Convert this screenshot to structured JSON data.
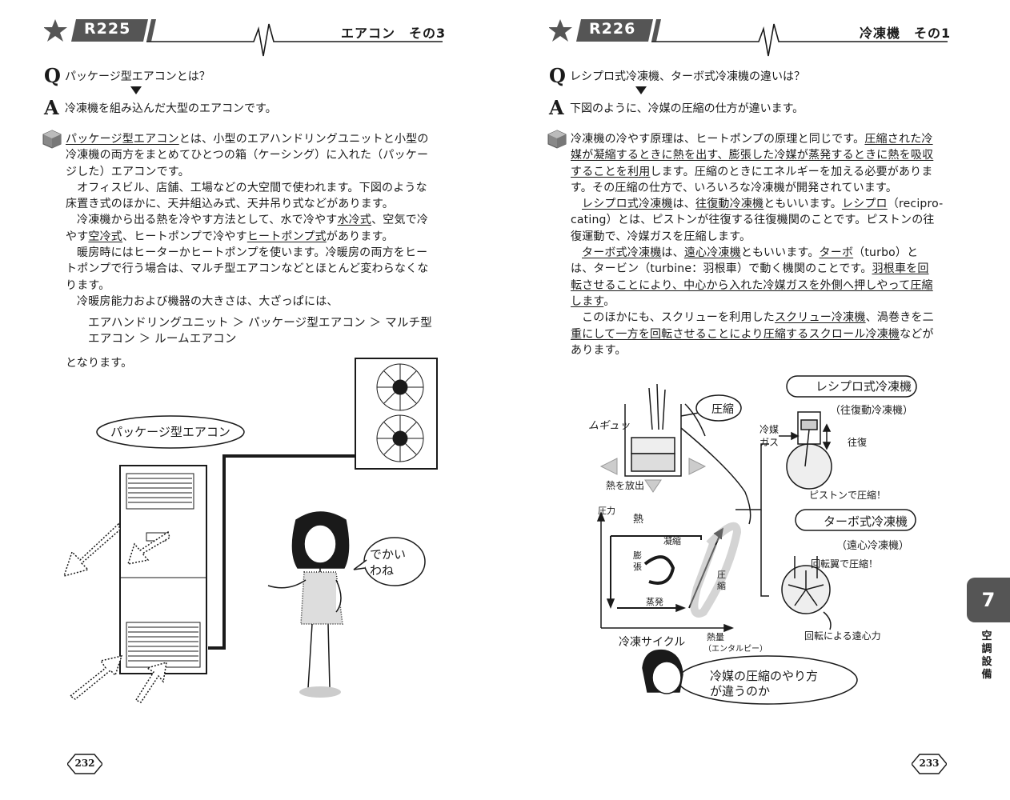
{
  "left": {
    "code": "R225",
    "title": "エアコン　その3",
    "question": "パッケージ型エアコンとは？",
    "answer": "冷凍機を組み込んだ大型のエアコンです。",
    "q_letter": "Q",
    "a_letter": "A",
    "p1": {
      "l1_u": "パッケージ型エアコン",
      "l1_rest": "とは、小型のエアハンドリングユニットと小型の",
      "l2": "冷凍機の両方をまとめてひとつの箱（ケーシング）に入れた（パッケー",
      "l3": "ジした）エアコンです。"
    },
    "p2": {
      "l1": "オフィスビル、店舗、工場などの大空間で使われます。下図のような",
      "l2": "床置き式のほかに、天井組込み式、天井吊り式などがあります。"
    },
    "p3": {
      "l1_a": "冷凍機から出る熱を冷やす方法として、水で冷やす",
      "l1_u1": "水冷式",
      "l1_b": "、空気で冷",
      "l2_a": "やす",
      "l2_u1": "空冷式",
      "l2_b": "、ヒートポンプで冷やす",
      "l2_u2": "ヒートポンプ式",
      "l2_c": "があります。"
    },
    "p4": {
      "l1": "暖房時にはヒーターかヒートポンプを使います。冷暖房の両方をヒー",
      "l2": "トポンプで行う場合は、マルチ型エアコンなどとほとんど変わらなくな",
      "l3": "ります。"
    },
    "p5": "冷暖房能力および機器の大きさは、大ざっぱには、",
    "ranking": {
      "l1": "エアハンドリングユニット ＞ パッケージ型エアコン ＞ マルチ型",
      "l2": "エアコン ＞ ルームエアコン"
    },
    "p6": "となります。",
    "bubble_package": "パッケージ型エアコン",
    "bubble_girl_1": "でかい",
    "bubble_girl_2": "わね",
    "page_number": "232"
  },
  "right": {
    "code": "R226",
    "title": "冷凍機　その1",
    "question": "レシプロ式冷凍機、ターボ式冷凍機の違いは？",
    "answer": "下図のように、冷媒の圧縮の仕方が違います。",
    "q_letter": "Q",
    "a_letter": "A",
    "p1": {
      "l1_a": "冷凍機の冷やす原理は、ヒートポンプの原理と同じです。",
      "l1_u": "圧縮された冷",
      "l2_u": "媒が凝縮するときに熱を出す、膨張した冷媒が蒸発するときに熱を吸収",
      "l3_u": "することを利用",
      "l3_b": "します。圧縮のときにエネルギーを加える必要がありま",
      "l4": "す。その圧縮の仕方で、いろいろな冷凍機が開発されています。"
    },
    "p2": {
      "l1_u1": "レシプロ式冷凍機",
      "l1_a": "は、",
      "l1_u2": "往復動冷凍機",
      "l1_b": "ともいいます。",
      "l1_u3": "レシプロ",
      "l1_c": "（recipro-",
      "l2": "cating）とは、ピストンが往復する往復機関のことです。ピストンの往",
      "l3": "復運動で、冷媒ガスを圧縮します。"
    },
    "p3": {
      "l1_u1": "ターボ式冷凍機",
      "l1_a": "は、",
      "l1_u2": "遠心冷凍機",
      "l1_b": "ともいいます。",
      "l1_u3": "ターボ",
      "l1_c": "（turbo）と",
      "l2_a": "は、タービン（turbine：羽根車）で動く機関のことです。",
      "l2_u": "羽根車を回",
      "l3_u": "転させることにより、中心から入れた冷媒ガスを外側へ押しやって圧縮",
      "l4_u": "します",
      "l4_b": "。"
    },
    "p4": {
      "l1_a": "このほかにも、スクリューを利用した",
      "l1_u1": "スクリュー冷凍機",
      "l1_b": "、渦巻きを二",
      "l2_u1": "重にして一方を回転させることにより圧縮する",
      "l2_u2": "スクロール冷凍機",
      "l2_b": "などが",
      "l3": "あります。"
    },
    "diagram": {
      "mugyu": "ムギュッ",
      "compress": "圧縮",
      "heat_release": "熱を放出",
      "pressure": "圧力",
      "heat": "熱",
      "condense": "凝縮",
      "expand": "膨張",
      "compress_v": "圧縮",
      "evaporate": "蒸発",
      "cycle": "冷凍サイクル",
      "enthalpy_1": "熱量",
      "enthalpy_2": "（エンタルピー）",
      "reciprocating": "レシプロ式冷凍機",
      "reciprocating_sub": "（往復動冷凍機）",
      "refrigerant_gas_1": "冷媒",
      "refrigerant_gas_2": "ガス",
      "reciprocate": "往復",
      "piston_compress": "ピストンで圧縮！",
      "turbo": "ターボ式冷凍機",
      "turbo_sub": "（遠心冷凍機）",
      "impeller_compress": "回転翼で圧縮！",
      "centrifugal": "回転による遠心力",
      "bubble_boy_1": "冷媒の圧縮のやり方",
      "bubble_boy_2": "が違うのか"
    },
    "page_number": "233",
    "chapter_number": "7",
    "chapter_label": "空調設備"
  },
  "colors": {
    "tag": "#555555",
    "ink": "#1a1a1a",
    "tab": "#555555"
  }
}
